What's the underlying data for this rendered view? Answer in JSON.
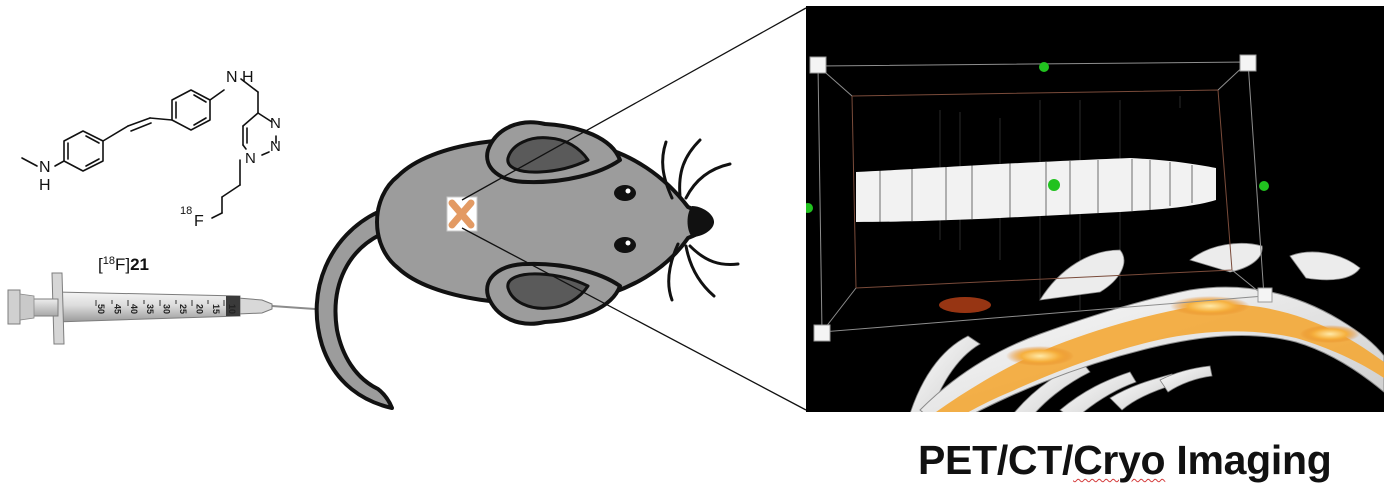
{
  "compound": {
    "label_bracket_open": "[",
    "label_isotope": "18",
    "label_element": "F]",
    "label_number": "21",
    "atoms": {
      "nh_top_n": "N",
      "nh_top_h": "H",
      "nh_left_n": "N",
      "nh_left_h": "H",
      "triazole_n1": "N",
      "triazole_n2": "N",
      "triazole_n3": "N",
      "fluorine_isotope": "18",
      "fluorine": "F"
    }
  },
  "syringe": {
    "scale_labels": [
      "50",
      "45",
      "40",
      "35",
      "30",
      "25",
      "20",
      "15",
      "10"
    ]
  },
  "imaging_caption": {
    "prefix": "PET/CT/",
    "underlined_word": "Cryo",
    "suffix": " Imaging"
  },
  "colors": {
    "mouse_body": "#9c9c9c",
    "mouse_ear_inner": "#5a5a5a",
    "injection_marker": "#e39a63",
    "scan_background": "#000000",
    "pet_signal": "#f3a93a",
    "box_marker": "#21c21f"
  }
}
